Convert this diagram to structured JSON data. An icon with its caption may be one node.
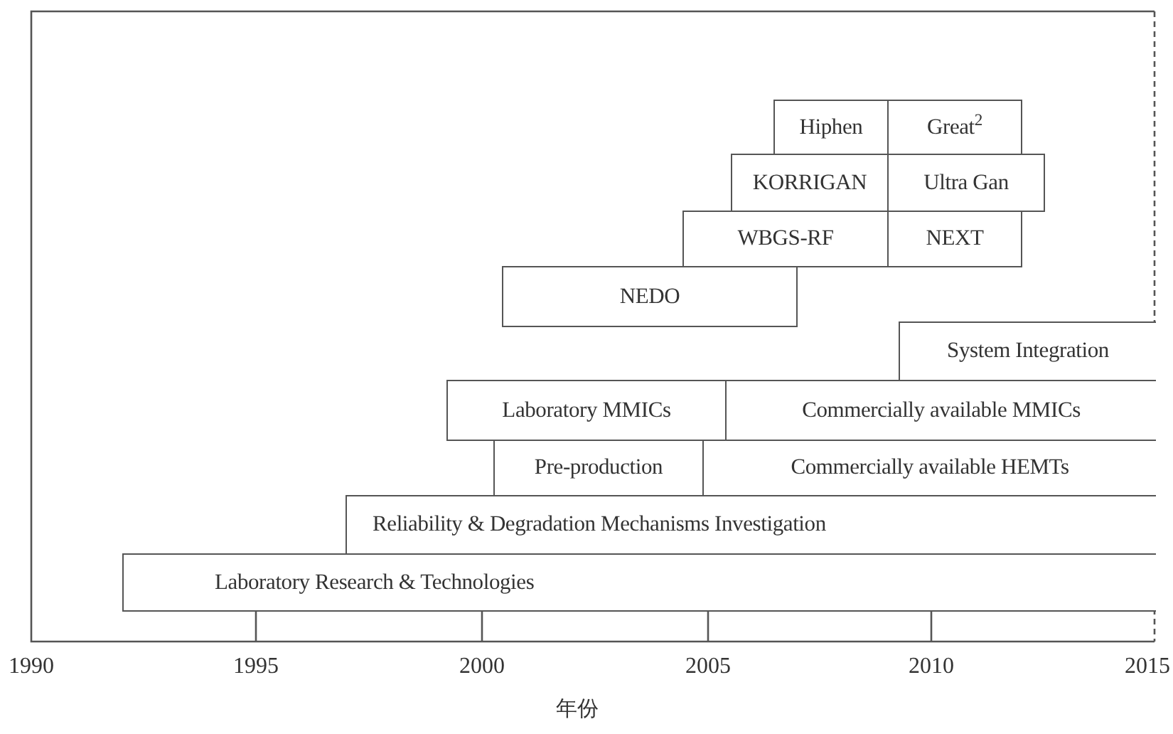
{
  "diagram": {
    "nodes": [
      {
        "text": [
          "Hiphen"
        ]
      },
      {
        "text": [
          "Great$^{2}$"
        ]
      },
      {
        "text": [
          "KORRIGAN"
        ]
      },
      {
        "text": [
          "Ultra Gan"
        ]
      },
      {
        "text": [
          "WBGS-RF"
        ]
      },
      {
        "text": [
          "NEXT"
        ]
      },
      {
        "text": [
          "NEDO"
        ]
      },
      {
        "text": [
          "System Integration"
        ]
      },
      {
        "text": [
          "Laboratory MMICs"
        ]
      },
      {
        "text": [
          "Commercially available MMICs"
        ]
      },
      {
        "text": [
          "Pre-production"
        ]
      },
      {
        "text": [
          "Commercially available HEMTs"
        ]
      },
      {
        "text": [
          "Reliability & Degradation Mechanisms Investigation"
        ]
      },
      {
        "text": [
          "Laboratory Research & Technologies"
        ]
      }
    ],
    "labels": [
      "1990",
      "1995",
      "2000",
      "2005",
      "2010",
      "2015",
      "年份"
    ]
  }
}
